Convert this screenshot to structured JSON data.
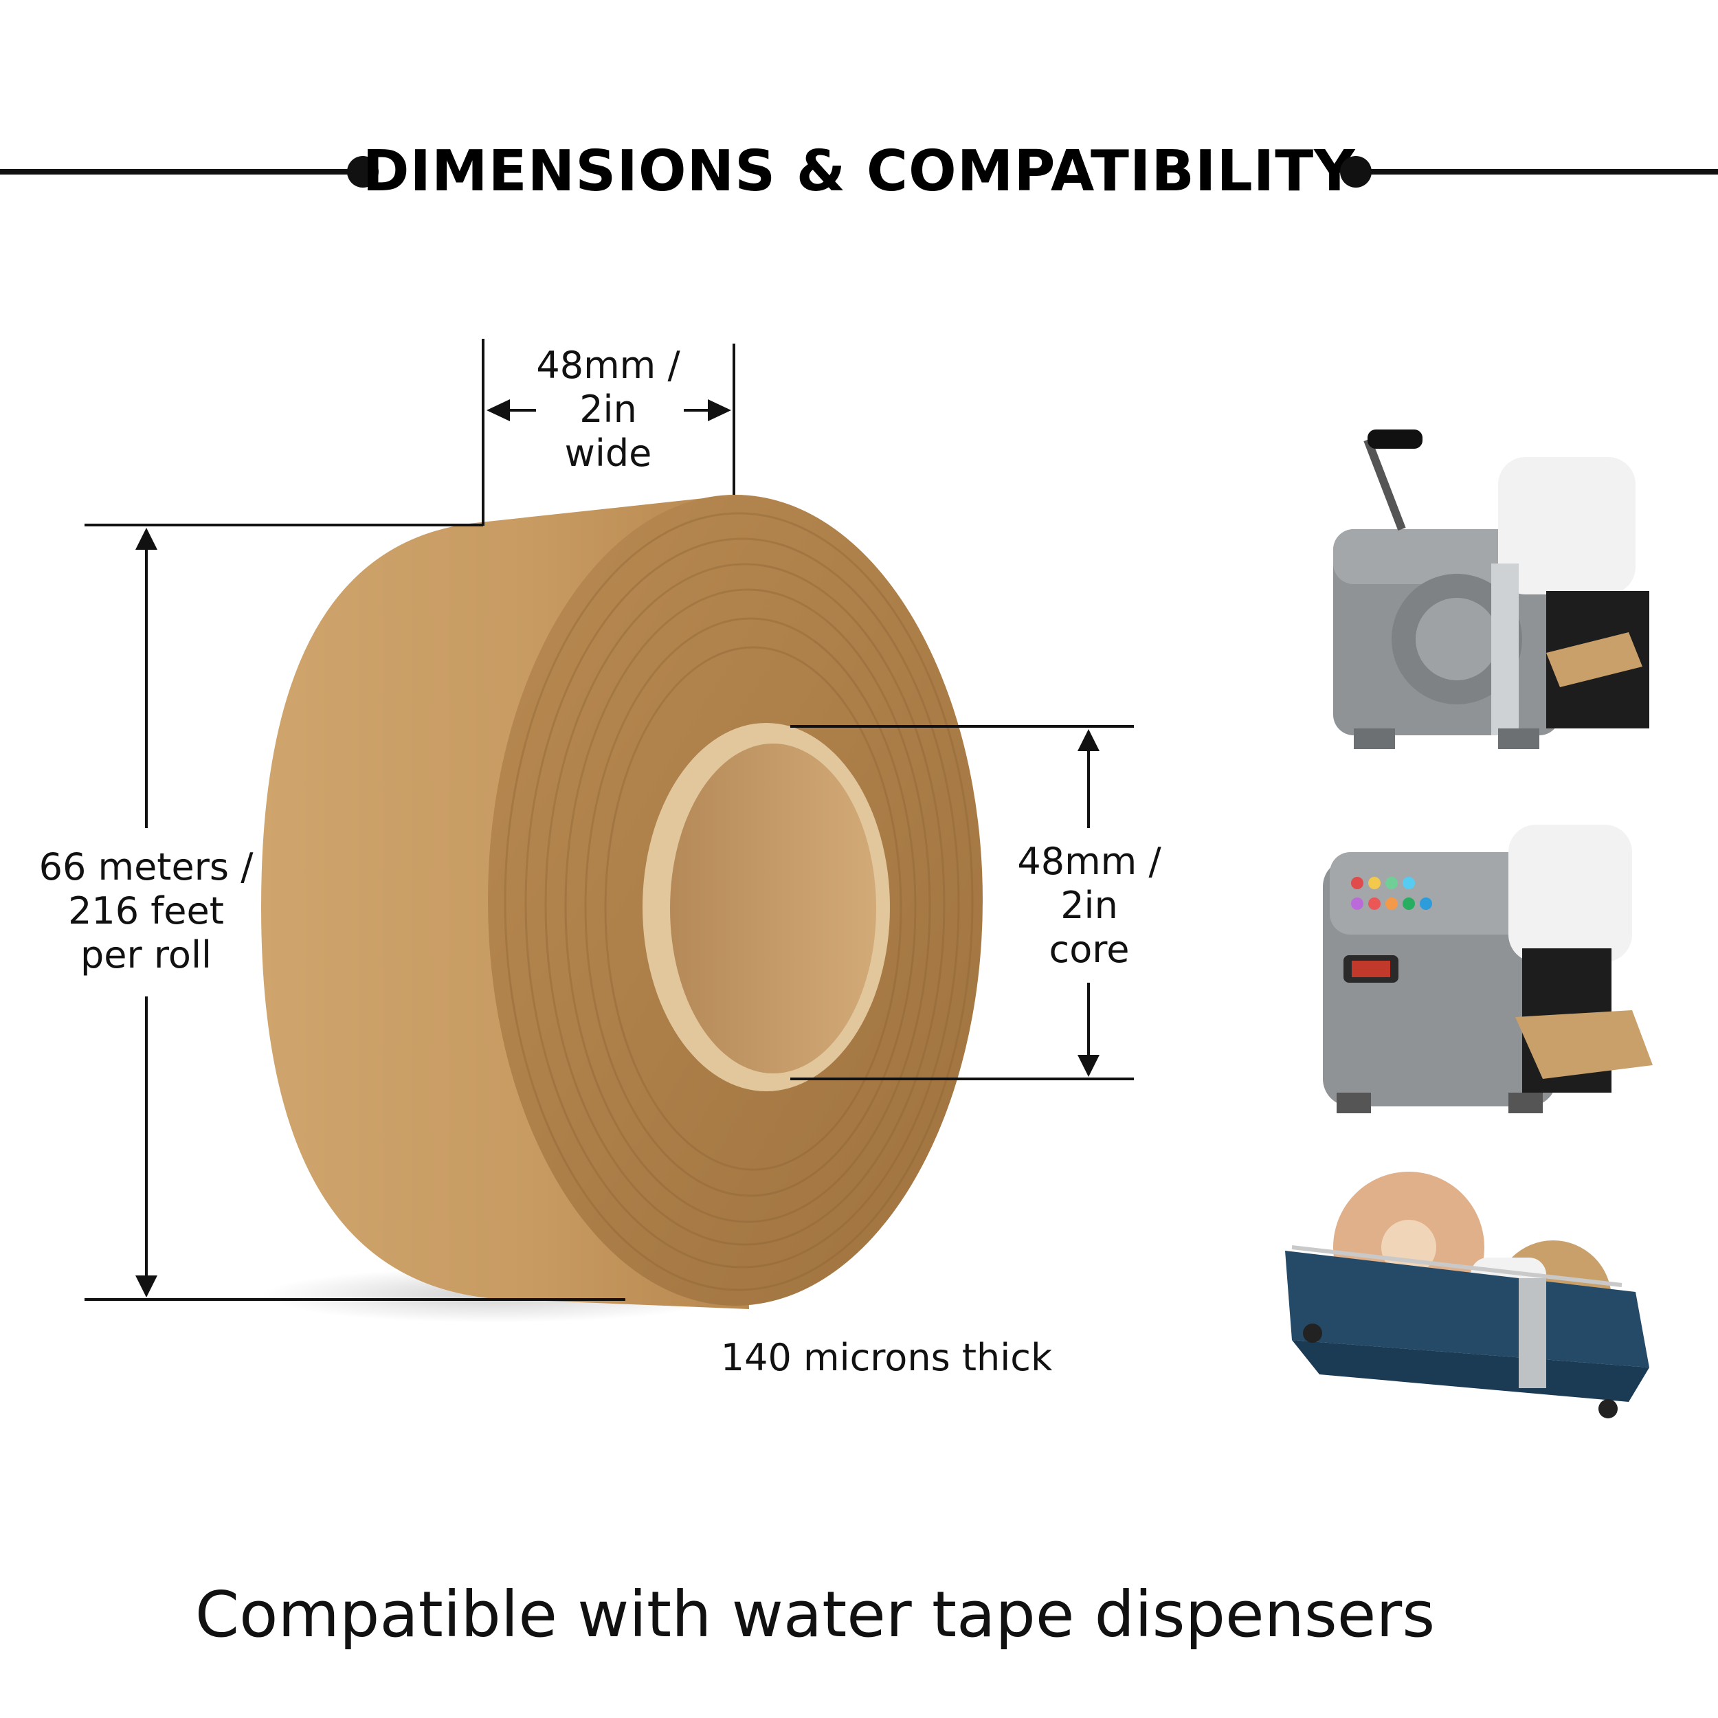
{
  "header": {
    "title": "DIMENSIONS & COMPATIBILITY"
  },
  "dimensions": {
    "width_label": [
      "48mm /",
      "2in",
      "wide"
    ],
    "length_label": [
      "66 meters /",
      "216 feet",
      "per roll"
    ],
    "core_label": [
      "48mm /",
      "2in",
      "core"
    ],
    "thickness_label": "140 microns thick"
  },
  "footer": {
    "text": "Compatible with water tape dispensers"
  },
  "colors": {
    "kraft": "#c9a06a",
    "kraft_dark": "#a77c45",
    "line": "#111111",
    "dispenser_gray": "#8f9396",
    "dispenser_blue": "#244a68"
  },
  "products": [
    {
      "name": "manual-dispenser",
      "icon": "manual-tape-dispenser-icon"
    },
    {
      "name": "electric-dispenser",
      "icon": "electric-tape-dispenser-icon"
    },
    {
      "name": "tabletop-dispenser",
      "icon": "tabletop-tape-dispenser-icon"
    }
  ]
}
